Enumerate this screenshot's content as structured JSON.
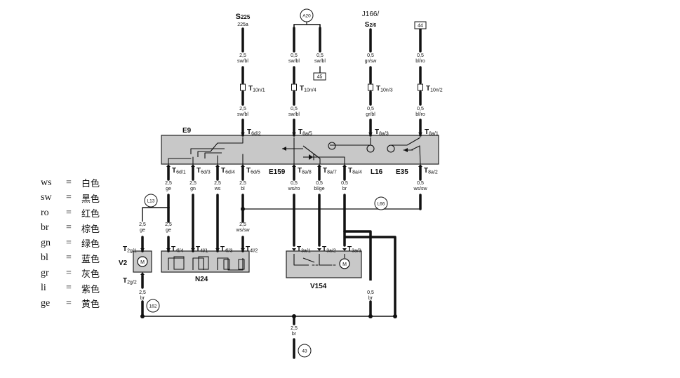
{
  "legend": [
    {
      "code": "ws",
      "eq": "=",
      "name": "白色"
    },
    {
      "code": "sw",
      "eq": "=",
      "name": "黑色"
    },
    {
      "code": "ro",
      "eq": "=",
      "name": "红色"
    },
    {
      "code": "br",
      "eq": "=",
      "name": "棕色"
    },
    {
      "code": "gn",
      "eq": "=",
      "name": "绿色"
    },
    {
      "code": "bl",
      "eq": "=",
      "name": "蓝色"
    },
    {
      "code": "gr",
      "eq": "=",
      "name": "灰色"
    },
    {
      "code": "li",
      "eq": "=",
      "name": "紫色"
    },
    {
      "code": "ge",
      "eq": "=",
      "name": "黄色"
    }
  ],
  "top_sources": {
    "s225": {
      "main": "S",
      "sub": "225",
      "sub2": "225a"
    },
    "a20": "A20",
    "j166": {
      "line1": "J166/",
      "main": "S",
      "sub": "2/6"
    },
    "box44": "44",
    "box45": "45"
  },
  "upper_wires": [
    {
      "id": "w1",
      "size": "2,5",
      "color": "sw/bl"
    },
    {
      "id": "w2",
      "size": "0,5",
      "color": "sw/bl"
    },
    {
      "id": "w3",
      "size": "0,5",
      "color": "sw/bl"
    },
    {
      "id": "w4",
      "size": "0,5",
      "color": "gr/sw"
    },
    {
      "id": "w5",
      "size": "0,5",
      "color": "bl/ro"
    }
  ],
  "connectors_t10": [
    {
      "main": "T",
      "sub": "10n/1"
    },
    {
      "main": "T",
      "sub": "10n/4"
    },
    {
      "main": "T",
      "sub": "10n/3"
    },
    {
      "main": "T",
      "sub": "10n/2"
    }
  ],
  "mid_wires": [
    {
      "size": "2,5",
      "color": "sw/bl"
    },
    {
      "size": "0,5",
      "color": "sw/bl"
    },
    {
      "size": "0,5",
      "color": "gr/bl"
    },
    {
      "size": "0,5",
      "color": "bl/ro"
    }
  ],
  "switch_block": {
    "name": "E9",
    "top_pins": [
      {
        "main": "T",
        "sub": "6d/2"
      },
      {
        "main": "T",
        "sub": "8a/5"
      },
      {
        "main": "T",
        "sub": "8a/3"
      },
      {
        "main": "T",
        "sub": "8a/1"
      }
    ],
    "bottom_pins": [
      {
        "main": "T",
        "sub": "6d/1"
      },
      {
        "main": "T",
        "sub": "6d/3"
      },
      {
        "main": "T",
        "sub": "6d/4"
      },
      {
        "main": "T",
        "sub": "6d/5"
      },
      {
        "main": "T",
        "sub": "8a/8"
      },
      {
        "main": "T",
        "sub": "8a/7"
      },
      {
        "main": "T",
        "sub": "8a/4"
      },
      {
        "main": "T",
        "sub": "8a/2"
      }
    ],
    "e159": "E159",
    "l16": "L16",
    "e35": "E35"
  },
  "lower_wires": [
    {
      "size": "2,5",
      "color": "ge"
    },
    {
      "size": "2,5",
      "color": "gn"
    },
    {
      "size": "2,5",
      "color": "ws"
    },
    {
      "size": "2,5",
      "color": "bl"
    },
    {
      "size": "0,5",
      "color": "ws/ro"
    },
    {
      "size": "0,5",
      "color": "bl/ge"
    },
    {
      "size": "0,5",
      "color": "br"
    },
    {
      "size": "0,5",
      "color": "ws/sw"
    }
  ],
  "labels": {
    "l13": "L13",
    "l66": "L66",
    "n24": "N24",
    "v2": "V2",
    "v154": "V154",
    "m": "M",
    "g162": "162",
    "g43": "43"
  },
  "v2_wires": [
    {
      "size": "2,5",
      "color": "ge"
    },
    {
      "size": "2,5",
      "color": "ge"
    },
    {
      "size": "2,5",
      "color": "ws/sw"
    },
    {
      "size": "2,5",
      "color": "br"
    },
    {
      "size": "0,5",
      "color": "br"
    },
    {
      "size": "2,5",
      "color": "br"
    }
  ],
  "n24_pins": [
    {
      "main": "T",
      "sub": "4l/4"
    },
    {
      "main": "T",
      "sub": "4l/1"
    },
    {
      "main": "T",
      "sub": "4l/3"
    },
    {
      "main": "T",
      "sub": "4l/2"
    }
  ],
  "v2_pins": [
    {
      "main": "T",
      "sub": "2g/1"
    },
    {
      "main": "T",
      "sub": "2g/2"
    }
  ],
  "v154_pins": [
    {
      "main": "T",
      "sub": "3a/1"
    },
    {
      "main": "T",
      "sub": "3a/2"
    },
    {
      "main": "T",
      "sub": "3a/3"
    }
  ]
}
